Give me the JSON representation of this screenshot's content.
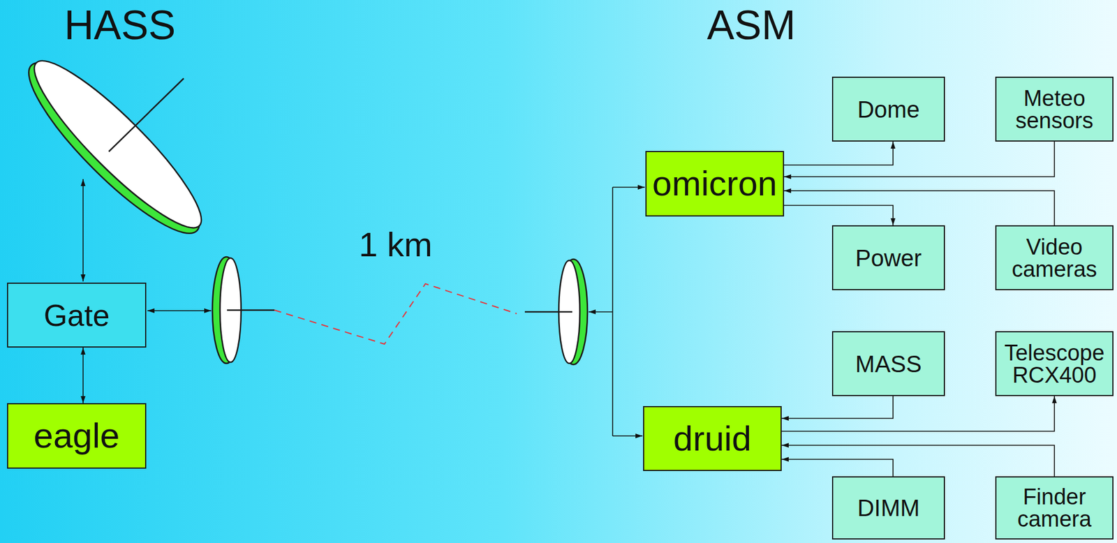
{
  "diagram": {
    "nodes": [
      {
        "text": [
          "Gate"
        ]
      },
      {
        "text": [
          "eagle"
        ]
      },
      {
        "text": [
          "omicron"
        ]
      },
      {
        "text": [
          "Dome"
        ]
      },
      {
        "text": [
          "Meteo sensors"
        ]
      },
      {
        "text": [
          "Power"
        ]
      },
      {
        "text": [
          "Video cameras"
        ]
      },
      {
        "text": [
          "MASS"
        ]
      },
      {
        "text": [
          "Telescope RCX400"
        ]
      },
      {
        "text": [
          "druid"
        ]
      },
      {
        "text": [
          "DIMM"
        ]
      },
      {
        "text": [
          "Finder camera"
        ]
      }
    ],
    "edges": [
      {
        "from": 0,
        "to": 1,
        "arrow": "both"
      },
      {
        "from": 2,
        "to": 3,
        "arrow": "to"
      },
      {
        "from": 4,
        "to": 2,
        "arrow": "to"
      },
      {
        "from": 6,
        "to": 2,
        "arrow": "to"
      },
      {
        "from": 2,
        "to": 5,
        "arrow": "to"
      },
      {
        "from": 7,
        "to": 9,
        "arrow": "to"
      },
      {
        "from": 9,
        "to": 8,
        "arrow": "to"
      },
      {
        "from": 11,
        "to": 9,
        "arrow": "to"
      },
      {
        "from": 10,
        "to": 9,
        "arrow": "to"
      }
    ],
    "labels": [
      "HASS",
      "ASM",
      "1 km"
    ]
  }
}
